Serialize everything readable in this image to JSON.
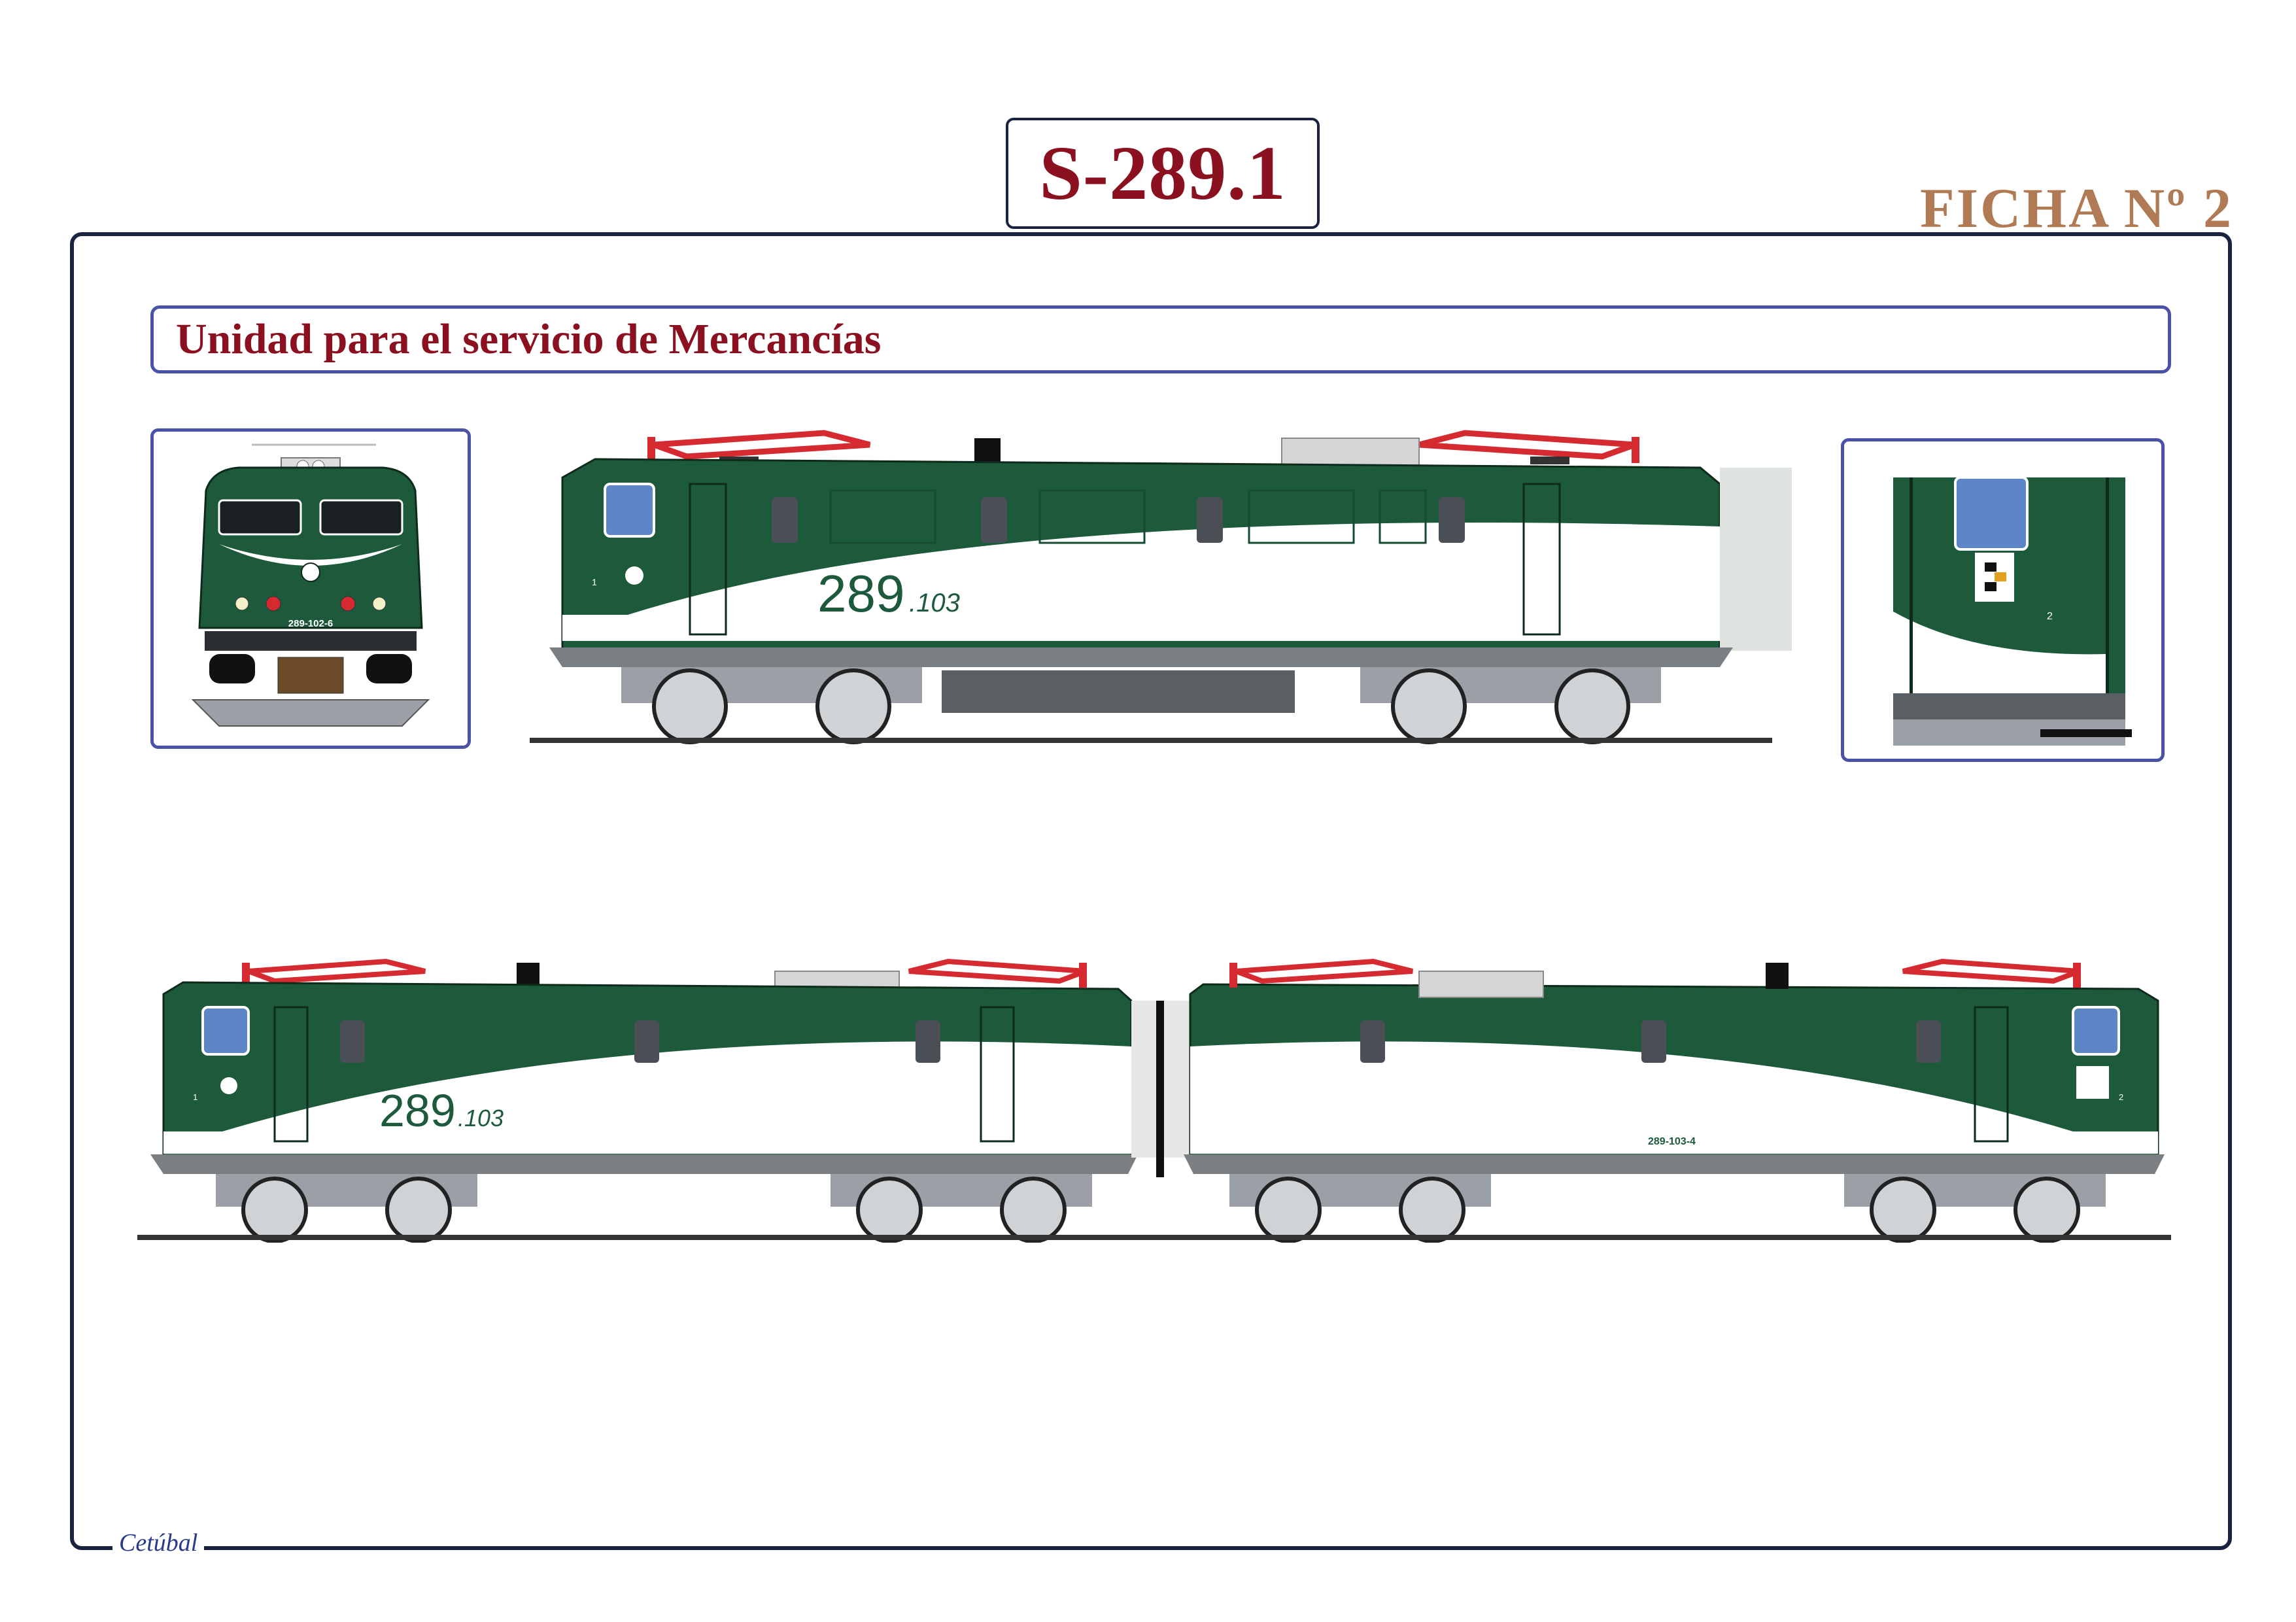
{
  "header": {
    "title": "S-289.1",
    "sheet": "FICHA Nº 2"
  },
  "section": {
    "title": "Unidad para el servicio de Mercancías"
  },
  "front_view": {
    "plate": "289-102-6"
  },
  "side_view": {
    "number_main": "289",
    "number_sub": ".103",
    "end_1": "1"
  },
  "end_detail": {
    "end_2": "2"
  },
  "double_unit": {
    "unit_a": {
      "number_main": "289",
      "number_sub": ".103",
      "end": "1"
    },
    "unit_b": {
      "plate": "289-103-4",
      "end": "2"
    }
  },
  "footer": {
    "author": "Cetúbal"
  },
  "colors": {
    "body_green": "#1d5a3c",
    "stripe_white": "#ffffff",
    "frame_navy": "#1a2340",
    "panel_border": "#4a52a8",
    "title_red": "#8b1020",
    "ficha_brown": "#b07a55",
    "pantograph_red": "#d42a30",
    "underframe_gray": "#7a7f84"
  }
}
